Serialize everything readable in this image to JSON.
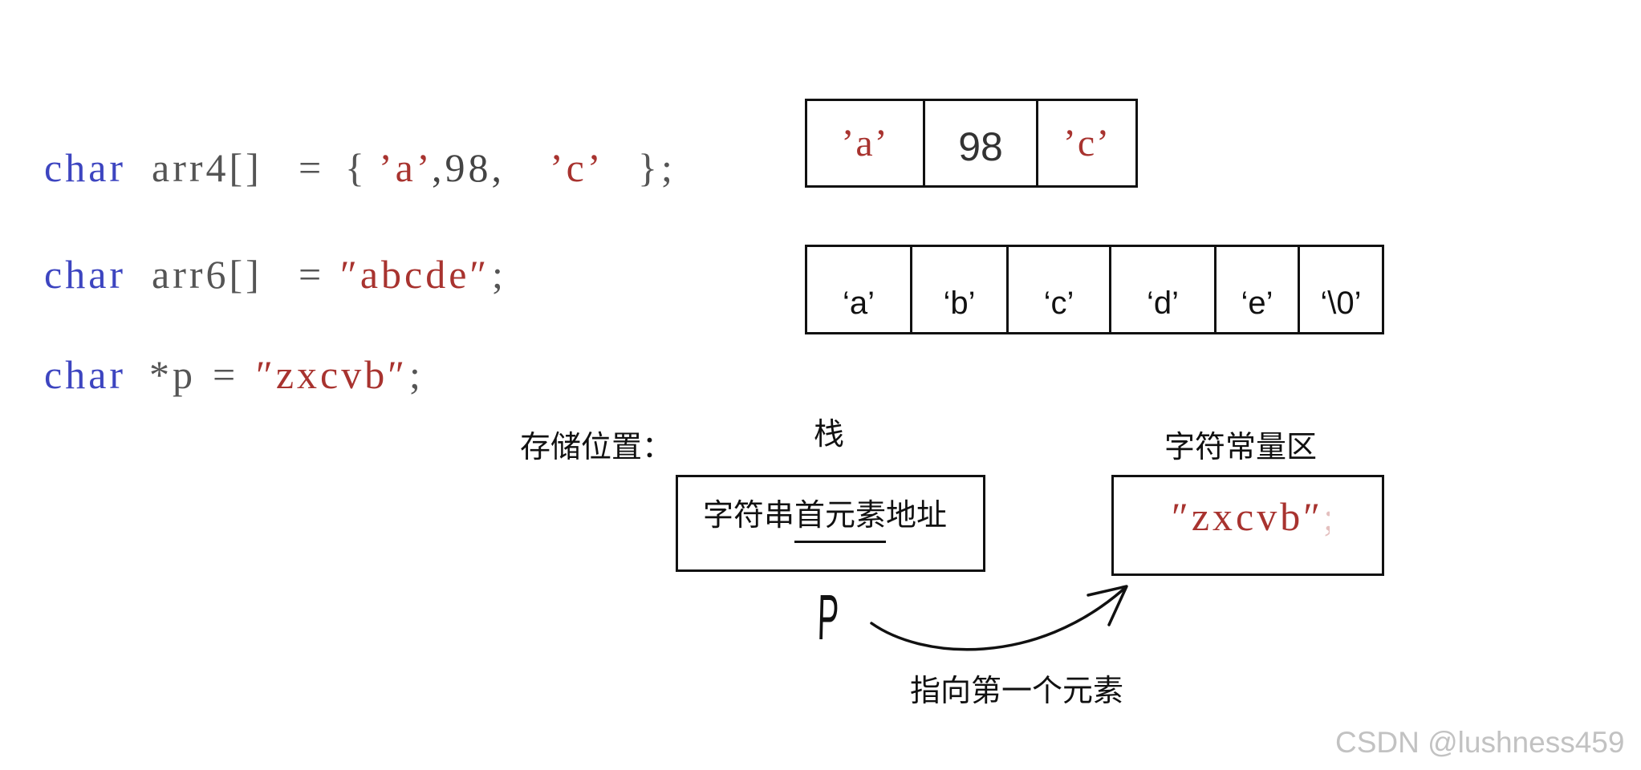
{
  "code": {
    "lines": [
      {
        "tokens": [
          {
            "text": "char",
            "color": "#3d45c0"
          },
          {
            "text": "arr4[]",
            "color": "#555555"
          },
          {
            "text": "=",
            "color": "#555555"
          },
          {
            "text": "{",
            "color": "#555555"
          },
          {
            "text": "’a’",
            "color": "#a8332f"
          },
          {
            "text": ",98,",
            "color": "#444444"
          },
          {
            "text": "’c’",
            "color": "#a8332f"
          },
          {
            "text": "}",
            "color": "#555555"
          },
          {
            "text": ";",
            "color": "#555555"
          }
        ]
      },
      {
        "tokens": [
          {
            "text": "char",
            "color": "#3d45c0"
          },
          {
            "text": "arr6[]",
            "color": "#555555"
          },
          {
            "text": "=",
            "color": "#555555"
          },
          {
            "text": "″abcde″",
            "color": "#a8332f"
          },
          {
            "text": ";",
            "color": "#555555"
          }
        ]
      },
      {
        "tokens": [
          {
            "text": "char",
            "color": "#3d45c0"
          },
          {
            "text": "*p",
            "color": "#555555"
          },
          {
            "text": "=",
            "color": "#555555"
          },
          {
            "text": "″zxcvb″",
            "color": "#a8332f"
          },
          {
            "text": ";",
            "color": "#555555"
          }
        ]
      }
    ]
  },
  "arr4_box": {
    "cells": [
      {
        "text": "’a’",
        "color": "#a8332f"
      },
      {
        "text": "98",
        "color": "#333333"
      },
      {
        "text": "’c’",
        "color": "#a8332f"
      }
    ]
  },
  "arr6_box": {
    "cells": [
      "‘a’",
      "‘b’",
      "‘c’",
      "‘d’",
      "‘e’",
      "‘\\0’"
    ]
  },
  "storage": {
    "label": "存储位置：",
    "stack_label": "栈",
    "const_area_label": "字符常量区"
  },
  "stack_box": {
    "text_before": "字符串",
    "text_underlined": "首元素",
    "text_after": "地址"
  },
  "const_box": {
    "text": "″zxcvb″",
    "trailing": ";",
    "color": "#a8332f"
  },
  "pointer": {
    "name": "P",
    "arrow_label": "指向第一个元素"
  },
  "watermark": {
    "text": "CSDN @lushness459"
  }
}
